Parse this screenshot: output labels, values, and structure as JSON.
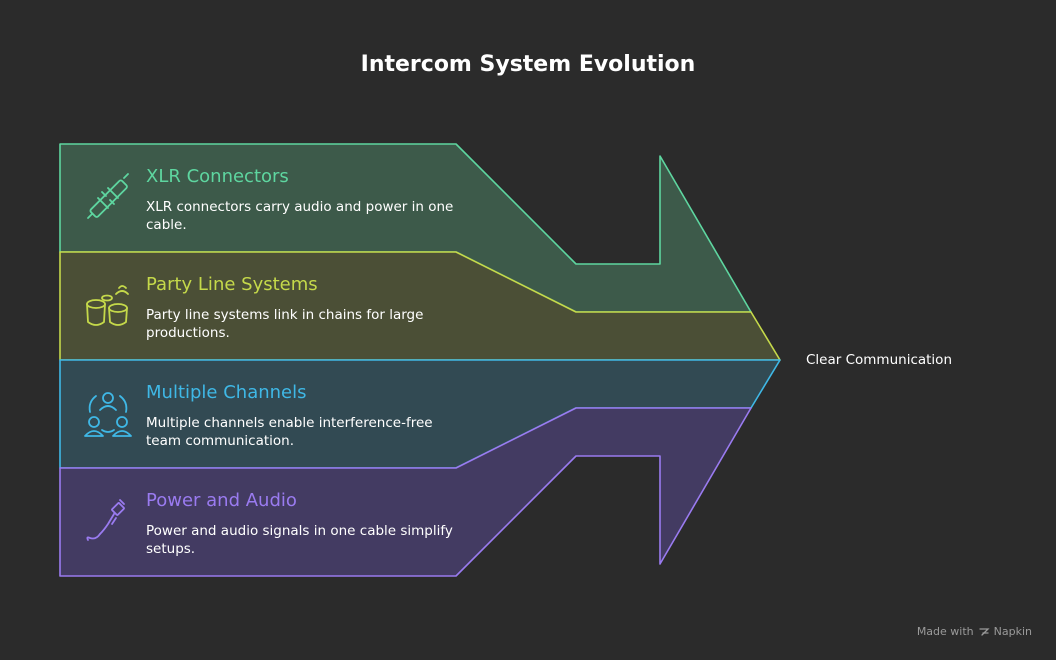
{
  "title": "Intercom System Evolution",
  "bands": [
    {
      "heading": "XLR Connectors",
      "description": "XLR connectors carry audio and power in one cable.",
      "icon": "xlr-cable-icon",
      "color": "#5ed6a0",
      "fill": "#3d5a4a"
    },
    {
      "heading": "Party Line Systems",
      "description": "Party line systems link in chains for large productions.",
      "icon": "party-line-icon",
      "color": "#c5d94a",
      "fill": "#4b4f36"
    },
    {
      "heading": "Multiple Channels",
      "description": "Multiple channels enable interference-free team communication.",
      "icon": "team-channels-icon",
      "color": "#3fb8e6",
      "fill": "#324a53"
    },
    {
      "heading": "Power and Audio",
      "description": "Power and audio signals in one cable simplify setups.",
      "icon": "audio-plug-icon",
      "color": "#9a7bf0",
      "fill": "#433b62"
    }
  ],
  "result": "Clear Communication",
  "footer": {
    "text": "Made with",
    "brand": "Napkin",
    "icon": "napkin-logo-icon"
  }
}
